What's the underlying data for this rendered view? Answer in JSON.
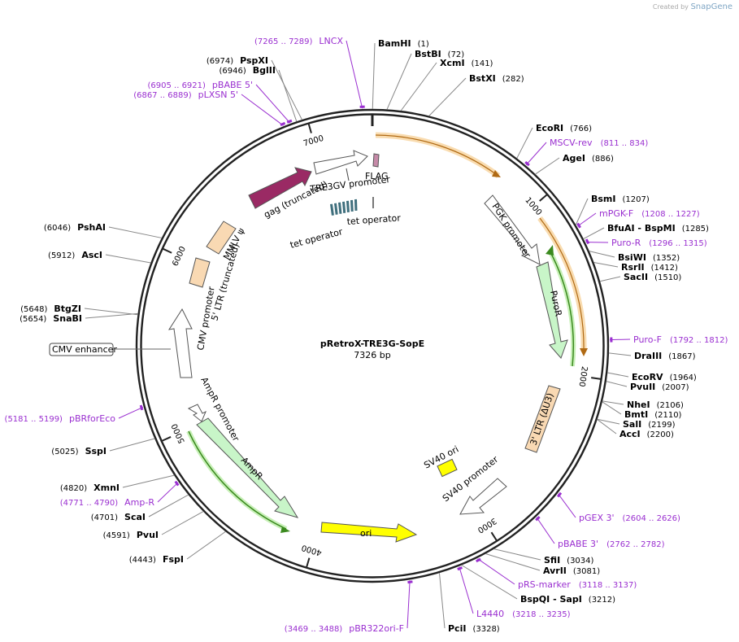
{
  "watermark": {
    "prefix": "Created by",
    "brand": "SnapGene"
  },
  "plasmid": {
    "name": "pRetroX-TRE3G-SopE",
    "size_label": "7326 bp",
    "length": 7326
  },
  "ticks": [
    "1000",
    "2000",
    "3000",
    "4000",
    "5000",
    "6000",
    "7000"
  ],
  "enzymes": [
    {
      "name": "BamHI",
      "pos": "(1)",
      "bp": 1
    },
    {
      "name": "BstBI",
      "pos": "(72)",
      "bp": 72
    },
    {
      "name": "XcmI",
      "pos": "(141)",
      "bp": 141
    },
    {
      "name": "BstXI",
      "pos": "(282)",
      "bp": 282
    },
    {
      "name": "EcoRI",
      "pos": "(766)",
      "bp": 766
    },
    {
      "name": "AgeI",
      "pos": "(886)",
      "bp": 886
    },
    {
      "name": "BsmI",
      "pos": "(1207)",
      "bp": 1207
    },
    {
      "name": "BfuAI - BspMI",
      "pos": "(1285)",
      "bp": 1285
    },
    {
      "name": "BsiWI",
      "pos": "(1352)",
      "bp": 1352
    },
    {
      "name": "RsrII",
      "pos": "(1412)",
      "bp": 1412
    },
    {
      "name": "SacII",
      "pos": "(1510)",
      "bp": 1510
    },
    {
      "name": "DraIII",
      "pos": "(1867)",
      "bp": 1867
    },
    {
      "name": "EcoRV",
      "pos": "(1964)",
      "bp": 1964
    },
    {
      "name": "PvuII",
      "pos": "(2007)",
      "bp": 2007
    },
    {
      "name": "NheI",
      "pos": "(2106)",
      "bp": 2106
    },
    {
      "name": "BmtI",
      "pos": "(2110)",
      "bp": 2110
    },
    {
      "name": "SalI",
      "pos": "(2199)",
      "bp": 2199
    },
    {
      "name": "AccI",
      "pos": "(2200)",
      "bp": 2200
    },
    {
      "name": "SfiI",
      "pos": "(3034)",
      "bp": 3034
    },
    {
      "name": "AvrII",
      "pos": "(3081)",
      "bp": 3081
    },
    {
      "name": "BspQI - SapI",
      "pos": "(3212)",
      "bp": 3212
    },
    {
      "name": "PciI",
      "pos": "(3328)",
      "bp": 3328
    },
    {
      "name": "FspI",
      "pos": "(4443)",
      "bp": 4443
    },
    {
      "name": "PvuI",
      "pos": "(4591)",
      "bp": 4591
    },
    {
      "name": "ScaI",
      "pos": "(4701)",
      "bp": 4701
    },
    {
      "name": "XmnI",
      "pos": "(4820)",
      "bp": 4820
    },
    {
      "name": "SspI",
      "pos": "(5025)",
      "bp": 5025
    },
    {
      "name": "BtgZI",
      "pos": "(5648)",
      "bp": 5648
    },
    {
      "name": "SnaBI",
      "pos": "(5654)",
      "bp": 5654
    },
    {
      "name": "AscI",
      "pos": "(5912)",
      "bp": 5912
    },
    {
      "name": "PshAI",
      "pos": "(6046)",
      "bp": 6046
    },
    {
      "name": "BglII",
      "pos": "(6946)",
      "bp": 6946
    },
    {
      "name": "PspXI",
      "pos": "(6974)",
      "bp": 6974
    }
  ],
  "primers": [
    {
      "name": "LNCX",
      "pos": "(7265 .. 7289)",
      "bp": 7277
    },
    {
      "name": "MSCV-rev",
      "pos": "(811 .. 834)",
      "bp": 822
    },
    {
      "name": "mPGK-F",
      "pos": "(1208 .. 1227)",
      "bp": 1217
    },
    {
      "name": "Puro-R",
      "pos": "(1296 .. 1315)",
      "bp": 1305
    },
    {
      "name": "Puro-F",
      "pos": "(1792 .. 1812)",
      "bp": 1802
    },
    {
      "name": "pGEX 3'",
      "pos": "(2604 .. 2626)",
      "bp": 2615
    },
    {
      "name": "pBABE 3'",
      "pos": "(2762 .. 2782)",
      "bp": 2772
    },
    {
      "name": "pRS-marker",
      "pos": "(3118 .. 3137)",
      "bp": 3127
    },
    {
      "name": "L4440",
      "pos": "(3218 .. 3235)",
      "bp": 3226
    },
    {
      "name": "pBR322ori-F",
      "pos": "(3469 .. 3488)",
      "bp": 3478
    },
    {
      "name": "Amp-R",
      "pos": "(4771 .. 4790)",
      "bp": 4780
    },
    {
      "name": "pBRforEco",
      "pos": "(5181 .. 5199)",
      "bp": 5190
    },
    {
      "name": "pLXSN 5'",
      "pos": "(6867 .. 6889)",
      "bp": 6878
    },
    {
      "name": "pBABE 5'",
      "pos": "(6905 .. 6921)",
      "bp": 6913
    }
  ],
  "features": {
    "cmv_enhancer": "CMV enhancer",
    "cmv_promoter": "CMV promoter",
    "ltr5": "5' LTR (truncated)",
    "mmlv": "MMLV ψ",
    "gag": "gag (truncated)",
    "tre3gv": "TRE3GV promoter",
    "flag": "FLAG",
    "tet_operator_1": "tet operator",
    "tet_operator_2": "tet operator",
    "pgk": "PGK promoter",
    "puror": "PuroR",
    "ltr3": "3' LTR (ΔU3)",
    "sv40ori": "SV40 ori",
    "sv40prom": "SV40 promoter",
    "ori": "ori",
    "ampr": "AmpR",
    "ampr_prom": "AmpR promoter"
  },
  "colors": {
    "backbone": "#222222",
    "primer": "#9a2fd0",
    "orf_orange": "#f4b86a",
    "green_orf": "#4f9a2c",
    "ampr_fill": "#c8f5c8",
    "ori_fill": "#ffff00",
    "ltr_fill": "#f9d9b3",
    "gag_fill": "#9a2a64",
    "tet_fill": "#3f6f7d"
  }
}
